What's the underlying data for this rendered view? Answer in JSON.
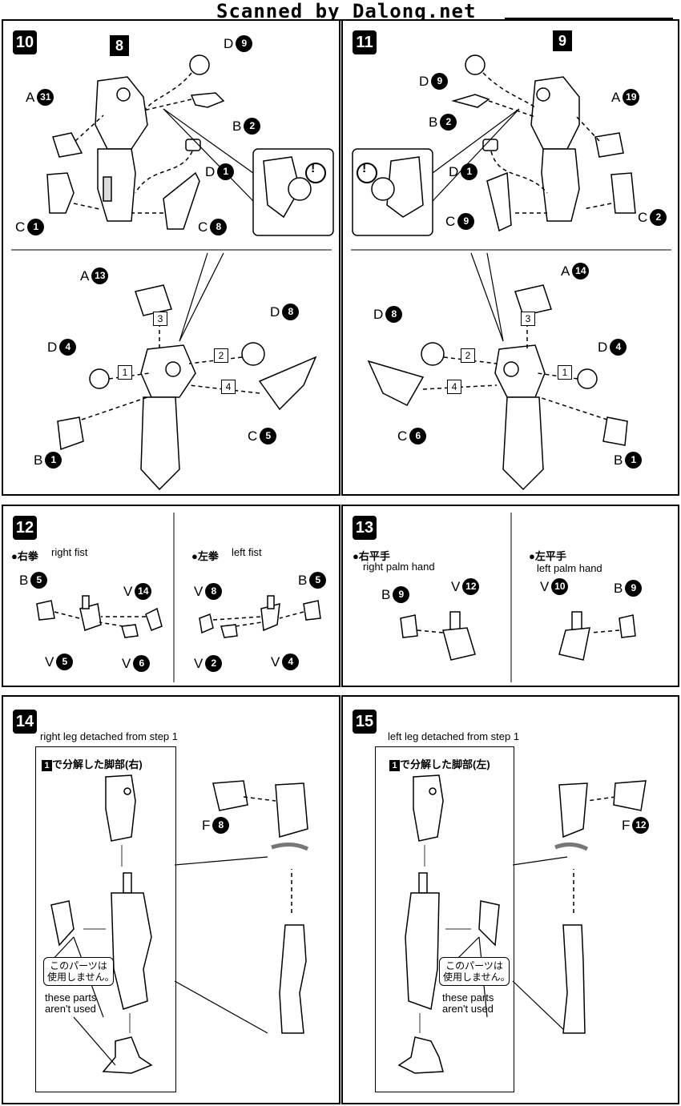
{
  "header": {
    "text": "Scanned by Dalong.net"
  },
  "steps": {
    "s10": {
      "num": "10",
      "main_part": "8",
      "labels": {
        "d9": "D",
        "d9n": "9",
        "a31": "A",
        "a31n": "31",
        "b2": "B",
        "b2n": "2",
        "d1": "D",
        "d1n": "1",
        "c1": "C",
        "c1n": "1",
        "c8": "C",
        "c8n": "8",
        "a13": "A",
        "a13n": "13",
        "d8": "D",
        "d8n": "8",
        "d4": "D",
        "d4n": "4",
        "c5": "C",
        "c5n": "5",
        "b1": "B",
        "b1n": "1"
      },
      "order": [
        "1",
        "2",
        "3",
        "4"
      ],
      "caution": "!"
    },
    "s11": {
      "num": "11",
      "main_part": "9",
      "labels": {
        "d9": "D",
        "d9n": "9",
        "a19": "A",
        "a19n": "19",
        "b2": "B",
        "b2n": "2",
        "d1": "D",
        "d1n": "1",
        "c9": "C",
        "c9n": "9",
        "c2": "C",
        "c2n": "2",
        "a14": "A",
        "a14n": "14",
        "d8": "D",
        "d8n": "8",
        "d4": "D",
        "d4n": "4",
        "c6": "C",
        "c6n": "6",
        "b1": "B",
        "b1n": "1"
      },
      "order": [
        "1",
        "2",
        "3",
        "4"
      ],
      "caution": "!"
    },
    "s12": {
      "num": "12",
      "right_jp": "●右拳",
      "right_en": "right fist",
      "left_jp": "●左拳",
      "left_en": "left fist",
      "labels": {
        "b5": "B",
        "b5n": "5",
        "v14": "V",
        "v14n": "14",
        "v5": "V",
        "v5n": "5",
        "v6": "V",
        "v6n": "6",
        "v8": "V",
        "v8n": "8",
        "b5b": "B",
        "b5bn": "5",
        "v2": "V",
        "v2n": "2",
        "v4": "V",
        "v4n": "4"
      }
    },
    "s13": {
      "num": "13",
      "right_jp": "●右平手",
      "right_en": "right palm hand",
      "left_jp": "●左平手",
      "left_en": "left palm hand",
      "labels": {
        "b9": "B",
        "b9n": "9",
        "v12": "V",
        "v12n": "12",
        "v10": "V",
        "v10n": "10",
        "b9b": "B",
        "b9bn": "9"
      }
    },
    "s14": {
      "num": "14",
      "caption": "right leg detached from step 1",
      "jp_title": "で分解した脚部(右)",
      "jp_step": "1",
      "note_jp": "このパーツは\n使用しません。",
      "note_en": "these parts\naren't used",
      "labels": {
        "f8": "F",
        "f8n": "8"
      }
    },
    "s15": {
      "num": "15",
      "caption": "left leg detached from step 1",
      "jp_title": "で分解した脚部(左)",
      "jp_step": "1",
      "note_jp": "このパーツは\n使用しません。",
      "note_en": "these parts\naren't used",
      "labels": {
        "f12": "F",
        "f12n": "12"
      }
    }
  }
}
